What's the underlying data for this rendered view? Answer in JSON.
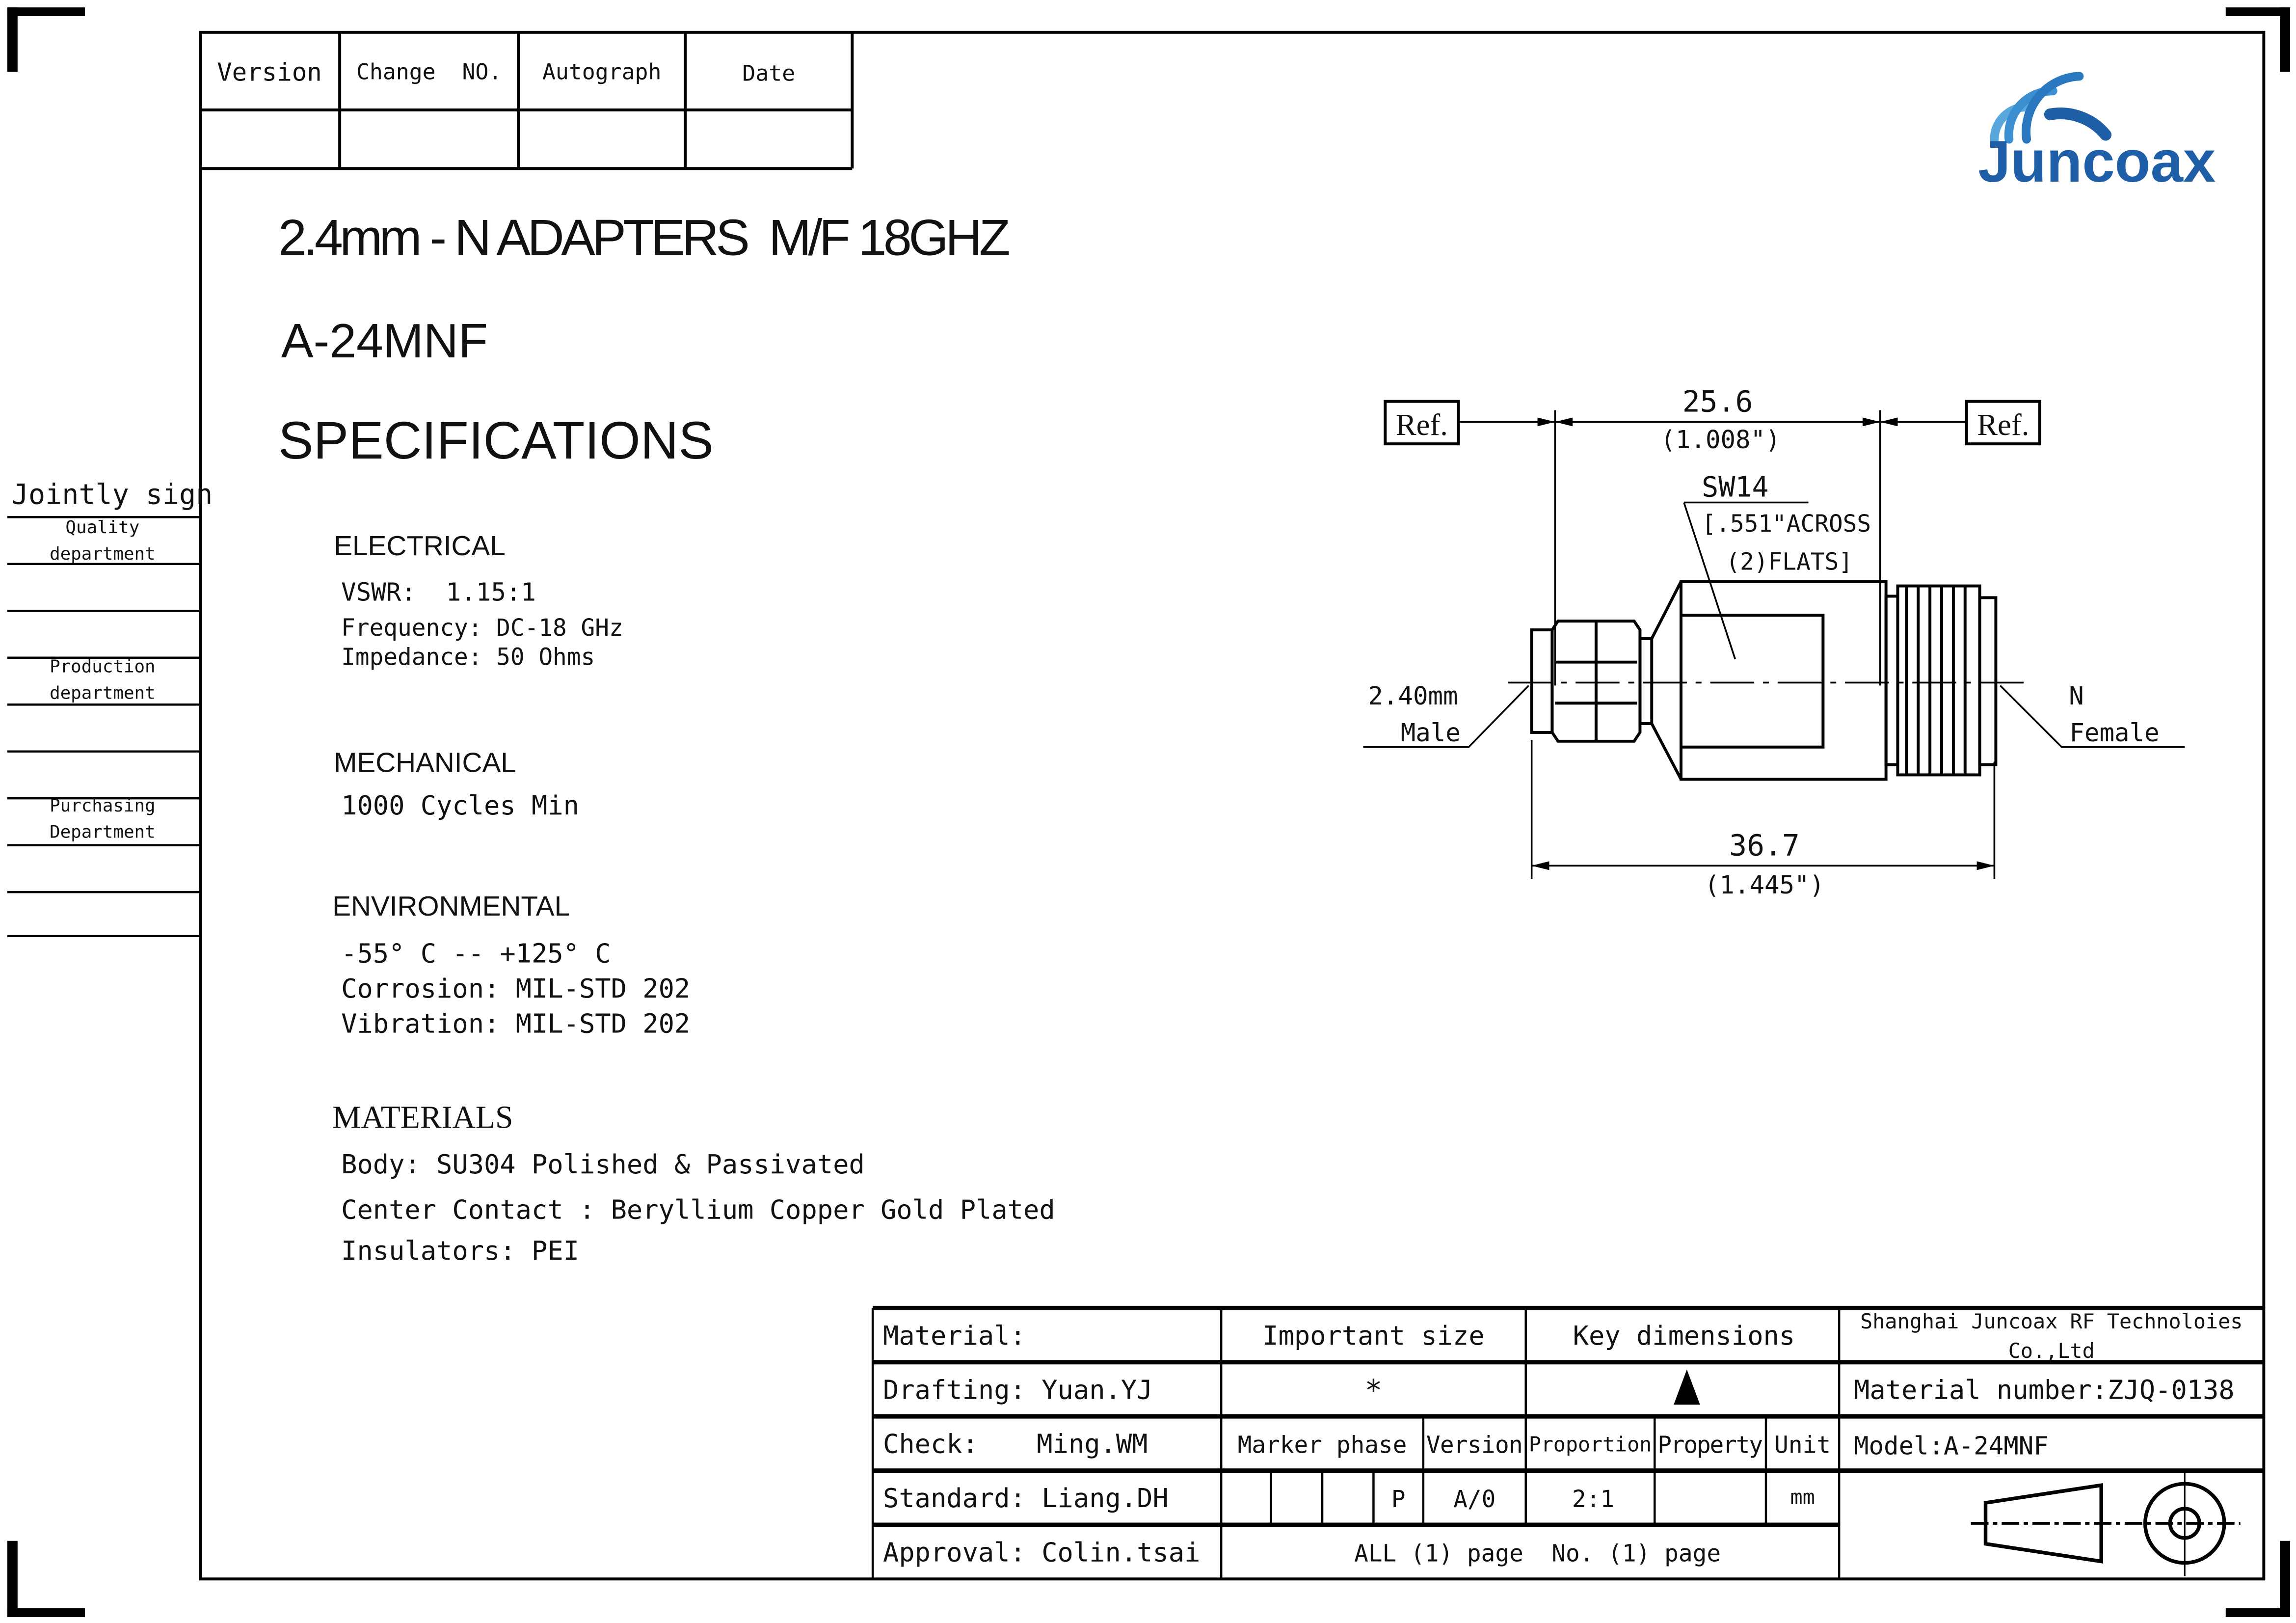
{
  "revision_table": {
    "headers": [
      "Version",
      "Change  NO.",
      "Autograph",
      "Date"
    ]
  },
  "logo": {
    "text": "Juncoax",
    "color": "#1f5fa8"
  },
  "title": "2.4mm - N ADAPTERS  M/F 18GHZ",
  "model": "A-24MNF",
  "specs_heading": "SPECIFICATIONS",
  "jointly_sign": {
    "label": "Jointly sign",
    "departments": [
      [
        "Quality",
        "department"
      ],
      [
        "Production",
        "department"
      ],
      [
        "Purchasing",
        "Department"
      ]
    ]
  },
  "electrical": {
    "heading": "ELECTRICAL",
    "lines": [
      "VSWR:  1.15:1",
      "Frequency: DC-18 GHz",
      "Impedance: 50 Ohms"
    ]
  },
  "mechanical": {
    "heading": "MECHANICAL",
    "lines": [
      "1000 Cycles Min"
    ]
  },
  "environmental": {
    "heading": "ENVIRONMENTAL",
    "lines": [
      "-55° C -- +125° C",
      "Corrosion: MIL-STD 202",
      "Vibration: MIL-STD 202"
    ]
  },
  "materials": {
    "heading": "MATERIALS",
    "lines": [
      "Body: SU304 Polished & Passivated",
      "Center Contact : Beryllium Copper Gold Plated",
      "Insulators: PEI"
    ]
  },
  "drawing": {
    "ref_left": "Ref.",
    "ref_right": "Ref.",
    "dim_top": "25.6",
    "dim_top_in": "(1.008\")",
    "sw": "SW14",
    "sw_note1": "[.551\"ACROSS",
    "sw_note2": "(2)FLATS]",
    "dim_bottom": "36.7",
    "dim_bottom_in": "(1.445\")",
    "left_label1": "2.40mm",
    "left_label2": "Male",
    "right_label1": "N",
    "right_label2": "Female"
  },
  "title_block": {
    "material": "Material:",
    "drafting": "Drafting: Yuan.YJ",
    "check_label": "Check:",
    "check_name": "Ming.WM",
    "standard": "Standard: Liang.DH",
    "approval": "Approval: Colin.tsai",
    "important_size": "Important size",
    "key_dimensions": "Key dimensions",
    "important_mark": "*",
    "marker_phase": "Marker phase",
    "version": "Version",
    "proportion": "Proportion",
    "property": "Property",
    "unit": "Unit",
    "phase_value": "P",
    "version_value": "A/0",
    "proportion_value": "2:1",
    "unit_value": "mm",
    "pages": "ALL (1) page  No. (1) page",
    "company1": "Shanghai Juncoax RF Technoloies",
    "company2": "Co.,Ltd",
    "material_number": "Material number:ZJQ-0138",
    "model": "Model:A-24MNF"
  }
}
